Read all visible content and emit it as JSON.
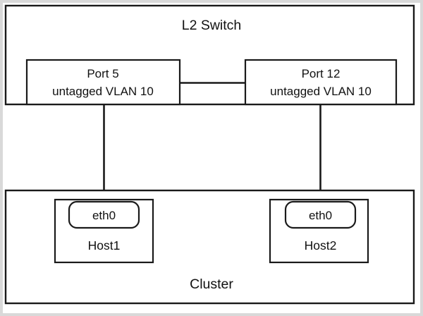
{
  "diagram": {
    "type": "network-topology",
    "title": "L2 Switch",
    "switch": {
      "label": "L2 Switch",
      "ports": [
        {
          "id": "port-5",
          "name": "Port 5",
          "vlan_label": "untagged VLAN 10",
          "vlan_id": "10",
          "tagging": "untagged"
        },
        {
          "id": "port-12",
          "name": "Port 12",
          "vlan_label": "untagged VLAN 10",
          "vlan_id": "10",
          "tagging": "untagged"
        }
      ]
    },
    "cluster": {
      "label": "Cluster",
      "hosts": [
        {
          "id": "host-1",
          "name": "Host1",
          "nic": "eth0"
        },
        {
          "id": "host-2",
          "name": "Host2",
          "nic": "eth0"
        }
      ]
    },
    "links": [
      {
        "from": "Port 5",
        "to": "Host1 eth0"
      },
      {
        "from": "Port 12",
        "to": "Host2 eth0"
      },
      {
        "from": "Port 5",
        "to": "Port 12"
      }
    ],
    "colors": {
      "stroke": "#1a1a1a",
      "fill": "#ffffff",
      "canvas_border": "#d9d9d9",
      "text": "#111111"
    }
  }
}
